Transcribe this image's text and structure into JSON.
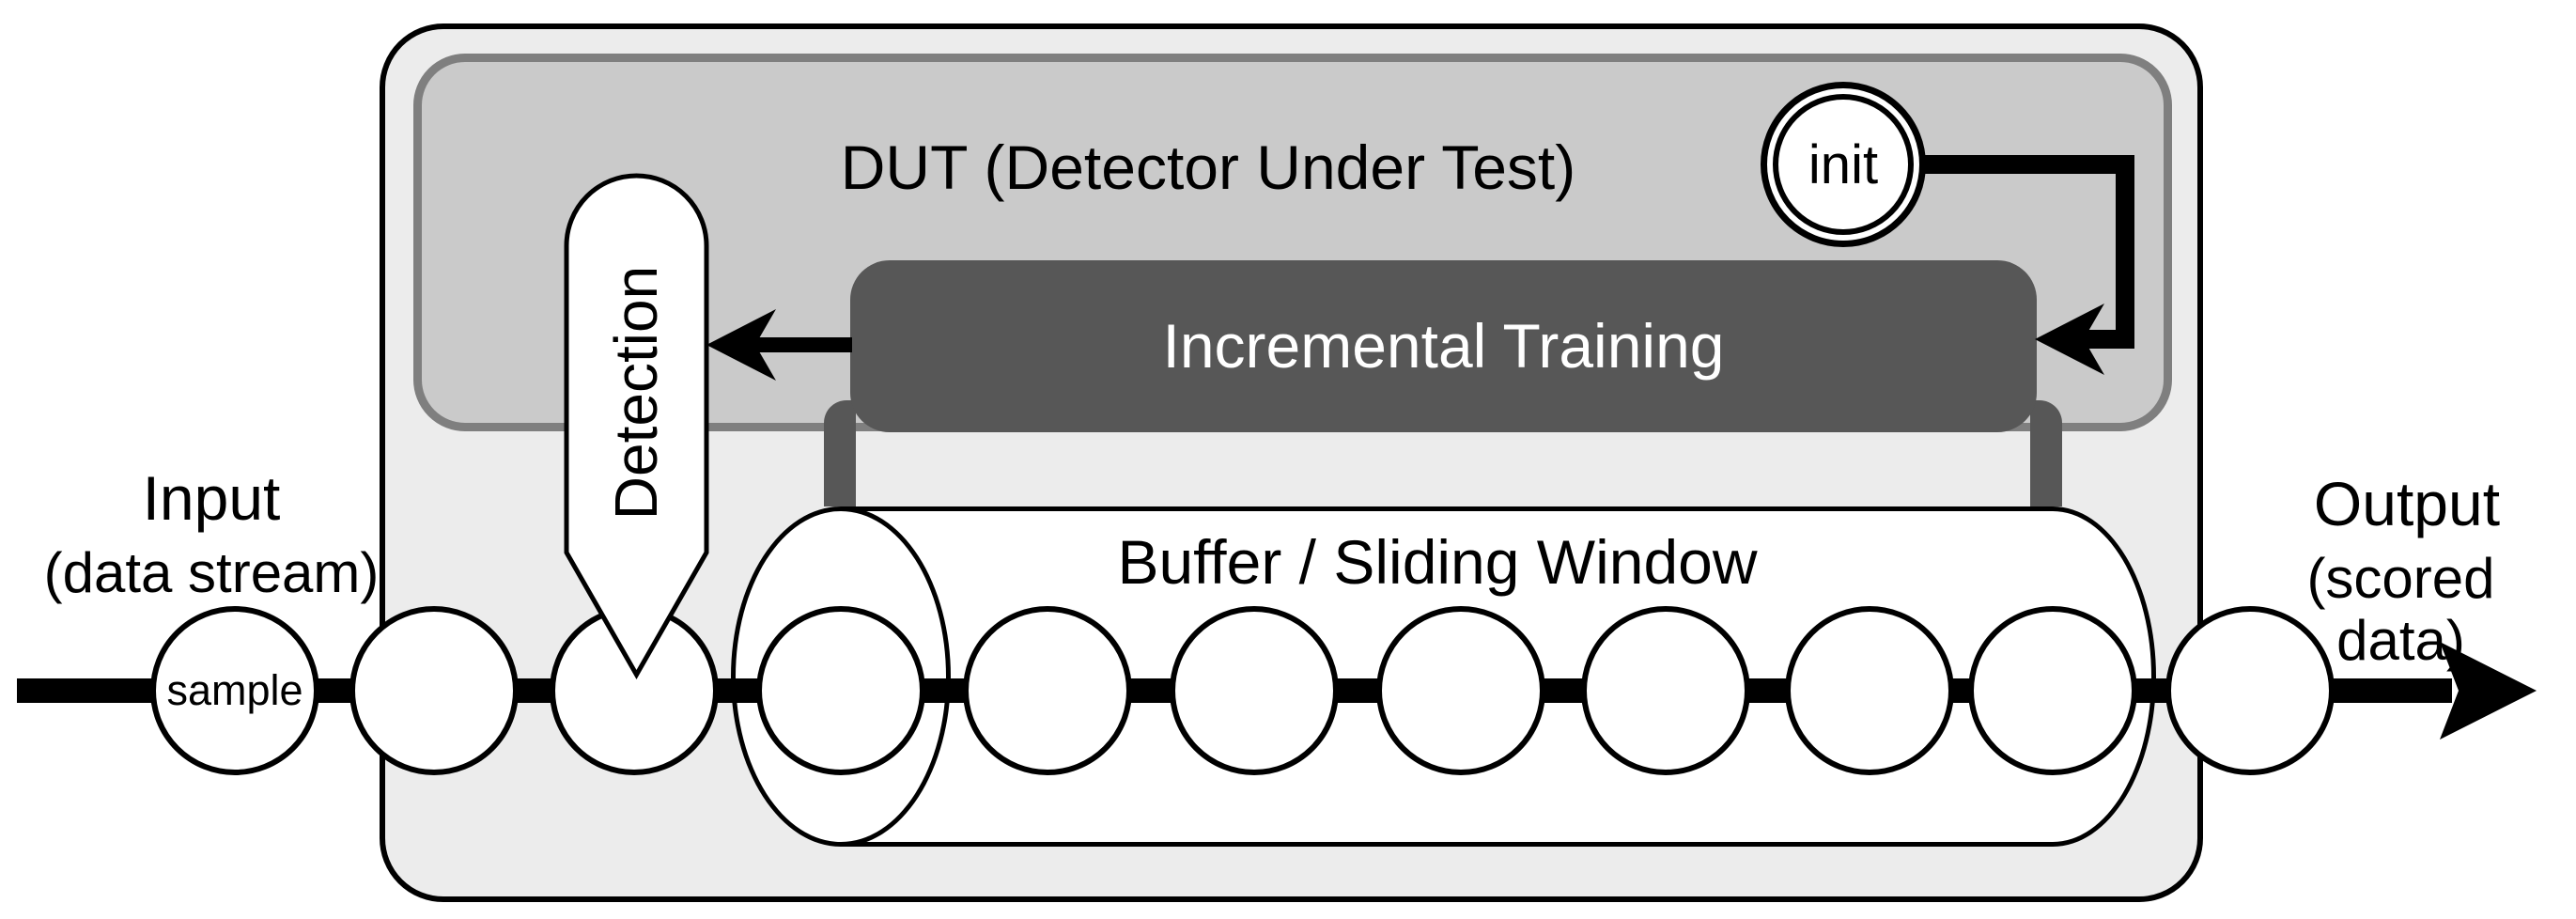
{
  "figure": {
    "dut_label": "DUT (Detector Under Test)",
    "init_label": "init",
    "incremental_training_label": "Incremental Training",
    "detection_label": "Detection",
    "buffer_label": "Buffer / Sliding Window",
    "input_title": "Input",
    "input_subtitle": "(data stream)",
    "output_title": "Output",
    "output_subtitle": "(scored data)",
    "sample_label": "sample",
    "stream_circle_count": 11,
    "buffer_circle_count": 7
  },
  "colors": {
    "canvas_bg": "#ffffff",
    "outer_box_fill": "#ececec",
    "outer_box_border": "#000000",
    "dut_box_fill": "#cacaca",
    "dut_box_border": "#7f7f7f",
    "training_box_fill": "#575757",
    "training_text": "#ffffff",
    "shape_fill": "#ffffff",
    "stroke": "#000000"
  }
}
